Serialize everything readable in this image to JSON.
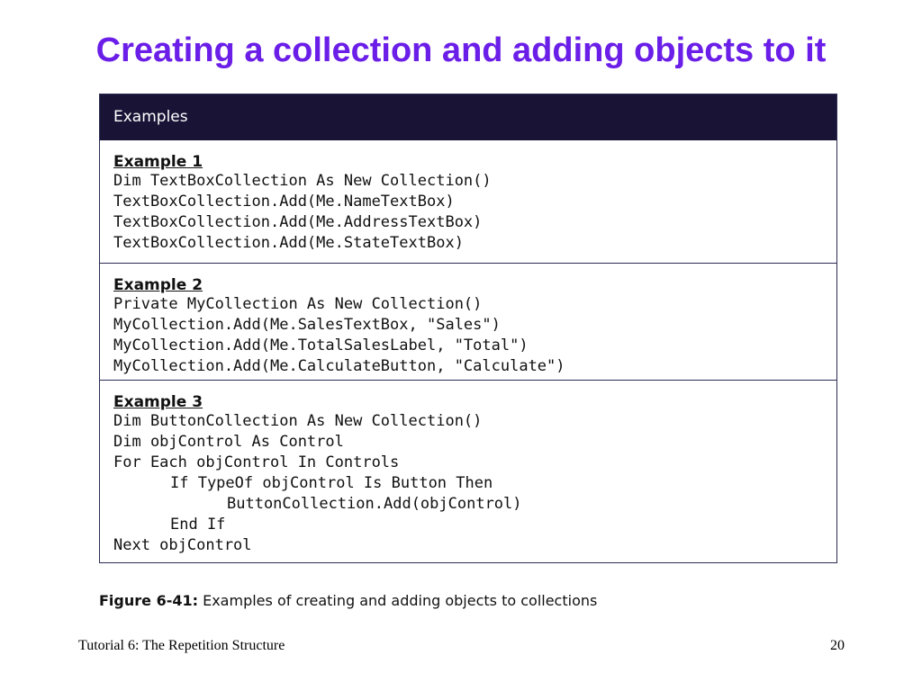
{
  "slide": {
    "title": "Creating a collection and adding objects to it"
  },
  "box": {
    "header": "Examples",
    "examples": [
      {
        "heading": "Example 1",
        "lines": [
          "Dim TextBoxCollection As New Collection()",
          "TextBoxCollection.Add(Me.NameTextBox)",
          "TextBoxCollection.Add(Me.AddressTextBox)",
          "TextBoxCollection.Add(Me.StateTextBox)"
        ]
      },
      {
        "heading": "Example 2",
        "lines": [
          "Private MyCollection As New Collection()",
          "MyCollection.Add(Me.SalesTextBox, \"Sales\")",
          "MyCollection.Add(Me.TotalSalesLabel, \"Total\")",
          "MyCollection.Add(Me.CalculateButton, \"Calculate\")"
        ]
      },
      {
        "heading": "Example 3",
        "lines": [
          "Dim ButtonCollection As New Collection()",
          "Dim objControl As Control",
          "For Each objControl In Controls",
          "If TypeOf objControl Is Button Then",
          "ButtonCollection.Add(objControl)",
          "End If",
          "Next objControl"
        ]
      }
    ]
  },
  "caption": {
    "label": "Figure 6-41:",
    "text": " Examples of creating and adding objects to collections"
  },
  "footer": {
    "left": "Tutorial 6: The Repetition Structure",
    "page_number": "20"
  },
  "colors": {
    "title": "#6a1ee8",
    "header_background": "#191436",
    "border": "#2c2c54"
  }
}
